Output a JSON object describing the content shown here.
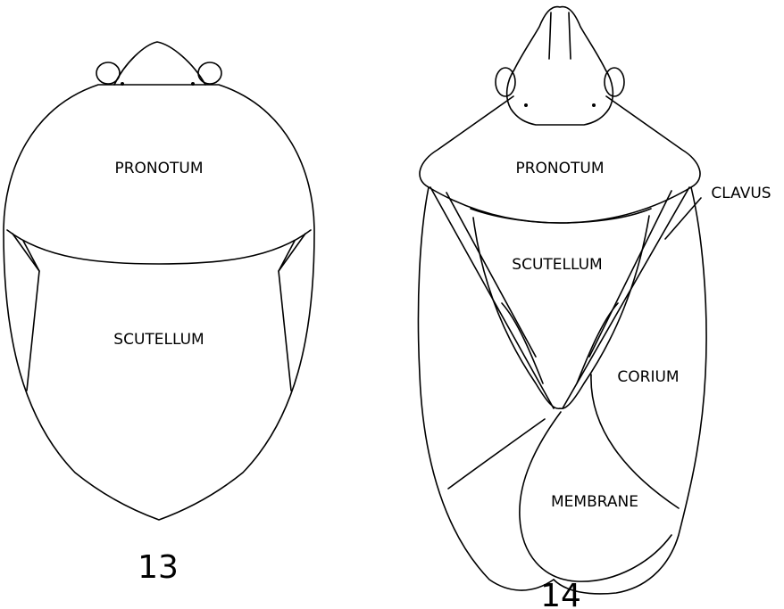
{
  "figures": [
    {
      "number": "13",
      "labels": {
        "pronotum": "PRONOTUM",
        "scutellum": "SCUTELLUM"
      }
    },
    {
      "number": "14",
      "labels": {
        "pronotum": "PRONOTUM",
        "clavus": "CLAVUS",
        "scutellum": "SCUTELLUM",
        "corium": "CORIUM",
        "membrane": "MEMBRANE"
      }
    }
  ]
}
